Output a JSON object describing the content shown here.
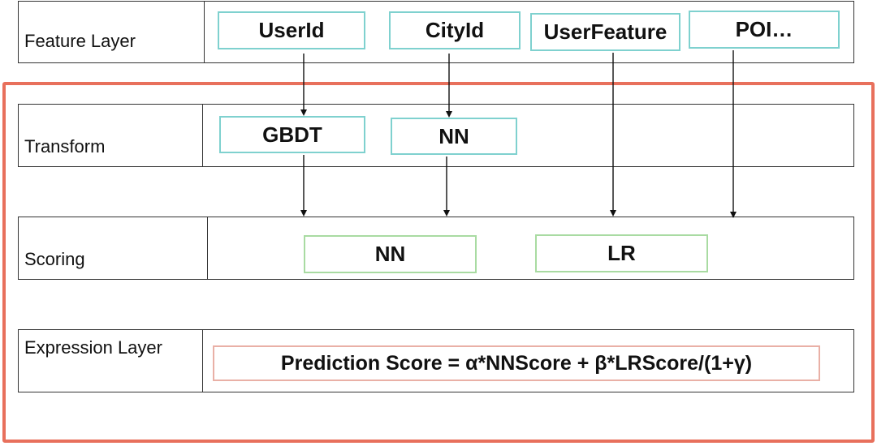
{
  "layers": {
    "feature": "Feature Layer",
    "transform": "Transform",
    "scoring": "Scoring",
    "expression": "Expression Layer"
  },
  "feature_nodes": {
    "userid": "UserId",
    "cityid": "CityId",
    "userfeature": "UserFeature",
    "poi": "POI…"
  },
  "transform_nodes": {
    "gbdt": "GBDT",
    "nn": "NN"
  },
  "scoring_nodes": {
    "nn": "NN",
    "lr": "LR"
  },
  "expression": {
    "formula": "Prediction Score = α*NNScore + β*LRScore/(1+γ)"
  },
  "colors": {
    "highlight_frame": "#e8705c",
    "feature_node_border": "#7fd1cf",
    "scoring_node_border": "#a9dba2",
    "formula_border": "#e9b0a6"
  }
}
